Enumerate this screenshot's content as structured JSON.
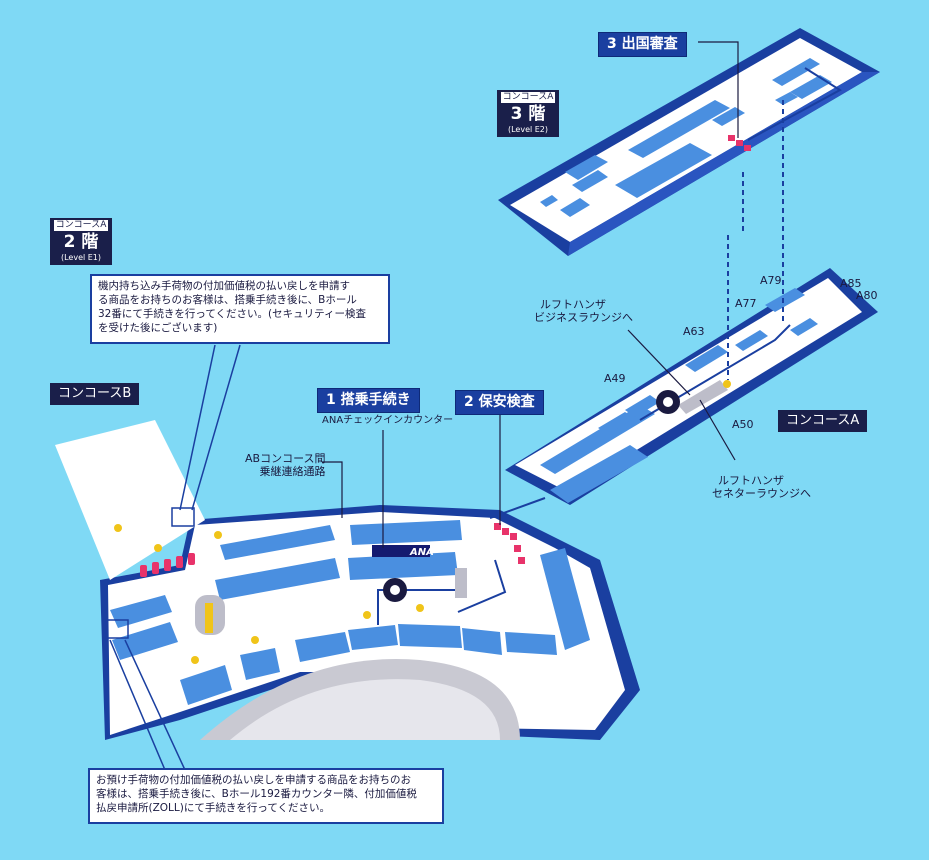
{
  "level3": {
    "concourse": "コンコースA",
    "floor": "3 階",
    "level_en": "(Level E2)"
  },
  "level2": {
    "concourse": "コンコースA",
    "floor": "2 階",
    "level_en": "(Level E1)"
  },
  "steps": {
    "step1": "1 搭乗手続き",
    "step1_sub": "ANAチェックインカウンター",
    "step2": "2 保安検査",
    "step3": "3 出国審査"
  },
  "concourse_b": "コンコースB",
  "concourse_a": "コンコースA",
  "ab_passage": [
    "ABコンコース間",
    "乗継連絡通路"
  ],
  "lounge_business": [
    "ルフトハンザ",
    "ビジネスラウンジへ"
  ],
  "lounge_senator": [
    "ルフトハンザ",
    "セネターラウンジへ"
  ],
  "gates": {
    "a49": "A49",
    "a50": "A50",
    "a63": "A63",
    "a77": "A77",
    "a79": "A79",
    "a80": "A80",
    "a85": "A85"
  },
  "ana_logo": "ANA",
  "note_top": [
    "機内持ち込み手荷物の付加価値税の払い戻しを申請す",
    "る商品をお持ちのお客様は、搭乗手続き後に、Bホール",
    "32番にて手続きを行ってください。(セキュリティー検査",
    "を受けた後にございます)"
  ],
  "note_bottom": [
    "お預け手荷物の付加価値税の払い戻しを申請する商品をお持ちのお",
    "客様は、搭乗手続き後に、Bホール192番カウンター隣、付加価値税",
    "払戻申請所(ZOLL)にて手続きを行ってください。"
  ],
  "colors": {
    "background": "#7fd9f5",
    "floor": "#ffffff",
    "wall": "#1a3fa0",
    "block": "#4a8fe0",
    "route": "#1a3fa0",
    "counter": "#e8336a"
  }
}
